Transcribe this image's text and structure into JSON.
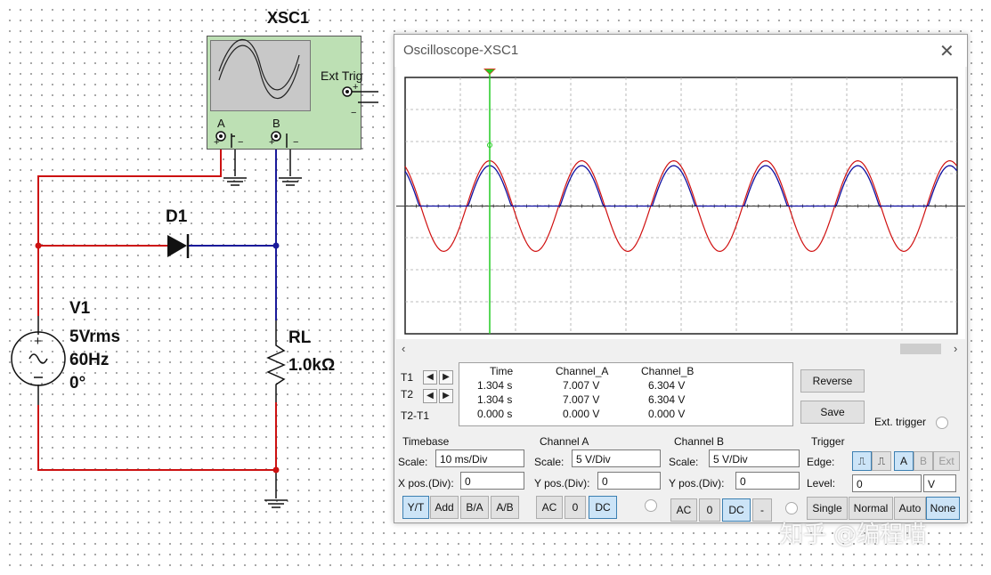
{
  "schematic": {
    "scope_label": "XSC1",
    "ext_trig_label": "Ext Trig",
    "channel_a_label": "A",
    "channel_b_label": "B",
    "diode_label": "D1",
    "source": {
      "name": "V1",
      "amplitude": "5Vrms",
      "frequency": "60Hz",
      "phase": "0°"
    },
    "resistor": {
      "name": "RL",
      "value": "1.0kΩ"
    },
    "wire_colors": {
      "red": "#cc1111",
      "blue": "#1a1a9a"
    }
  },
  "oscilloscope": {
    "title": "Oscilloscope-XSC1",
    "cursors": {
      "t1_label": "T1",
      "t2_label": "T2",
      "diff_label": "T2-T1"
    },
    "readout": {
      "headers": [
        "Time",
        "Channel_A",
        "Channel_B"
      ],
      "rows": [
        [
          "1.304 s",
          "7.007 V",
          "6.304 V"
        ],
        [
          "1.304 s",
          "7.007 V",
          "6.304 V"
        ],
        [
          "0.000 s",
          "0.000 V",
          "0.000 V"
        ]
      ]
    },
    "buttons": {
      "reverse": "Reverse",
      "save": "Save",
      "ext_trigger": "Ext. trigger"
    },
    "timebase": {
      "title": "Timebase",
      "scale_label": "Scale:",
      "scale": "10 ms/Div",
      "xpos_label": "X pos.(Div):",
      "xpos": "0",
      "modes": [
        "Y/T",
        "Add",
        "B/A",
        "A/B"
      ]
    },
    "channel_a": {
      "title": "Channel A",
      "scale_label": "Scale:",
      "scale": "5  V/Div",
      "ypos_label": "Y pos.(Div):",
      "ypos": "0",
      "coupling": [
        "AC",
        "0",
        "DC"
      ]
    },
    "channel_b": {
      "title": "Channel B",
      "scale_label": "Scale:",
      "scale": "5  V/Div",
      "ypos_label": "Y pos.(Div):",
      "ypos": "0",
      "coupling": [
        "AC",
        "0",
        "DC",
        "-"
      ]
    },
    "trigger": {
      "title": "Trigger",
      "edge_label": "Edge:",
      "level_label": "Level:",
      "level": "0",
      "level_unit": "V",
      "sources": [
        "A",
        "B",
        "Ext"
      ],
      "modes": [
        "Single",
        "Normal",
        "Auto",
        "None"
      ]
    },
    "colors": {
      "trace_a": "#d01010",
      "trace_b": "#1010a0",
      "cursor": "#22cc22",
      "grid": "#a0a0a0",
      "selected": "#cce4f7"
    }
  },
  "watermark": "知乎 @编程喵"
}
